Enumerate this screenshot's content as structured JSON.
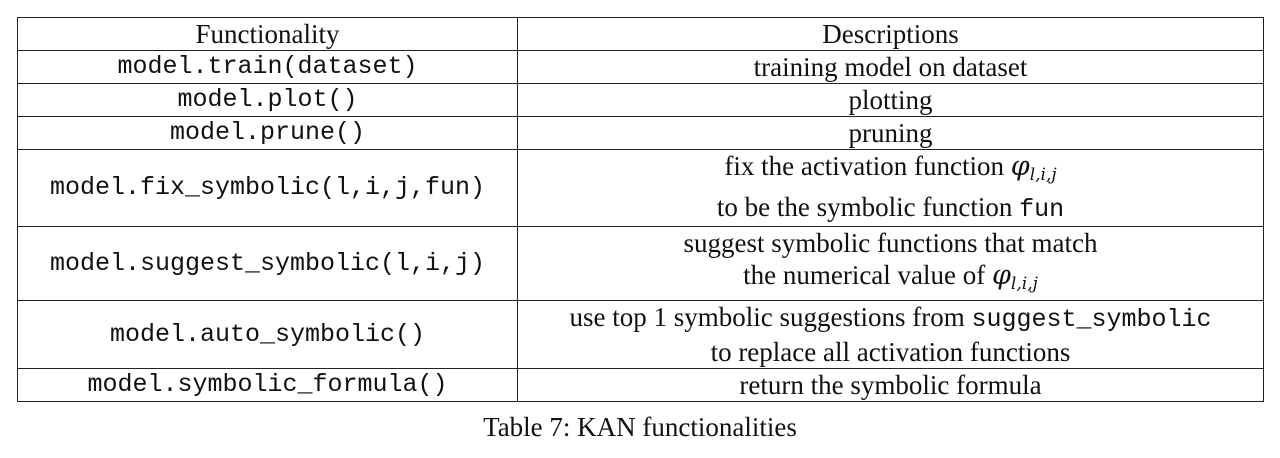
{
  "table": {
    "headers": [
      "Functionality",
      "Descriptions"
    ],
    "rows": [
      {
        "func": "model.train(dataset)",
        "desc": "training model on dataset"
      },
      {
        "func": "model.plot()",
        "desc": "plotting"
      },
      {
        "func": "model.prune()",
        "desc": "pruning"
      },
      {
        "func": "model.fix_symbolic(l,i,j,fun)",
        "desc_line1": "fix the activation function",
        "desc_line1_symbol": "φ",
        "desc_line1_sub": "l,i,j",
        "desc_line2": "to be the symbolic function",
        "desc_line2_code": "fun"
      },
      {
        "func": "model.suggest_symbolic(l,i,j)",
        "desc_line1": "suggest symbolic functions that match",
        "desc_line2": "the numerical value of",
        "desc_line2_symbol": "φ",
        "desc_line2_sub": "l,i,j"
      },
      {
        "func": "model.auto_symbolic()",
        "desc_line1": "use top 1 symbolic suggestions from",
        "desc_line1_code": "suggest_symbolic",
        "desc_line2": "to replace all activation functions"
      },
      {
        "func": "model.symbolic_formula()",
        "desc": "return the symbolic formula"
      }
    ]
  },
  "caption": "Table 7: KAN functionalities"
}
